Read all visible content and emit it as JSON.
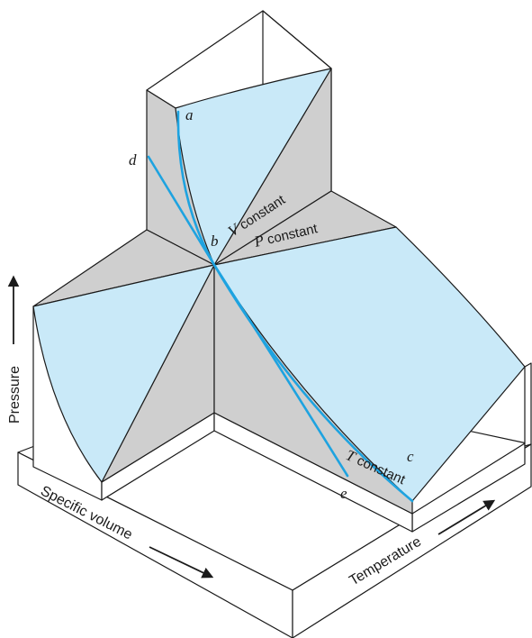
{
  "points": {
    "a": "a",
    "b": "b",
    "c": "c",
    "d": "d",
    "e": "e"
  },
  "labels": {
    "v_constant": {
      "var": "V",
      "text": " constant"
    },
    "p_constant": {
      "var": "P",
      "text": " constant"
    },
    "t_constant": {
      "var": "T",
      "text": " constant"
    }
  },
  "axes": {
    "pressure": "Pressure",
    "specific_volume": "Specific volume",
    "temperature": "Temperature"
  },
  "colors": {
    "surface_blue": "#c9e9f8",
    "surface_gray": "#cfcfcf",
    "curve_blue": "#1ea3e0",
    "edge": "#1a1a1a"
  }
}
